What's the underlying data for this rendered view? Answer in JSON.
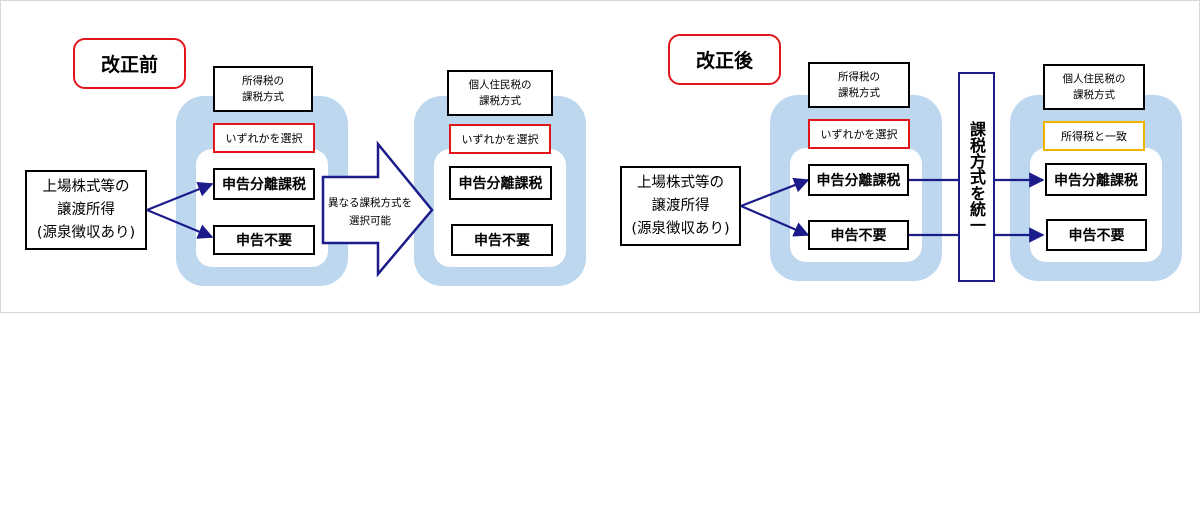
{
  "before": {
    "title": "改正前",
    "source": "上場株式等の\n譲渡所得\n(源泉徴収あり)",
    "income_tax": {
      "header": "所得税の\n課税方式",
      "choice": "いずれかを選択",
      "options": [
        "申告分離課税",
        "申告不要"
      ]
    },
    "arrow_text": "異なる課税方式を\n選択可能",
    "resident_tax": {
      "header": "個人住民税の\n課税方式",
      "choice": "いずれかを選択",
      "options": [
        "申告分離課税",
        "申告不要"
      ]
    }
  },
  "after": {
    "title": "改正後",
    "source": "上場株式等の\n譲渡所得\n(源泉徴収あり)",
    "income_tax": {
      "header": "所得税の\n課税方式",
      "choice": "いずれかを選択",
      "options": [
        "申告分離課税",
        "申告不要"
      ]
    },
    "unify_label": "課税方式を統一",
    "resident_tax": {
      "header": "個人住民税の\n課税方式",
      "choice": "所得税と一致",
      "options": [
        "申告分離課税",
        "申告不要"
      ]
    }
  },
  "colors": {
    "panel": "#bdd7ee",
    "title_border": "#e0161b",
    "choice_border": "#e0161b",
    "match_border": "#f0b400",
    "arrow": "#1b1b8a"
  }
}
